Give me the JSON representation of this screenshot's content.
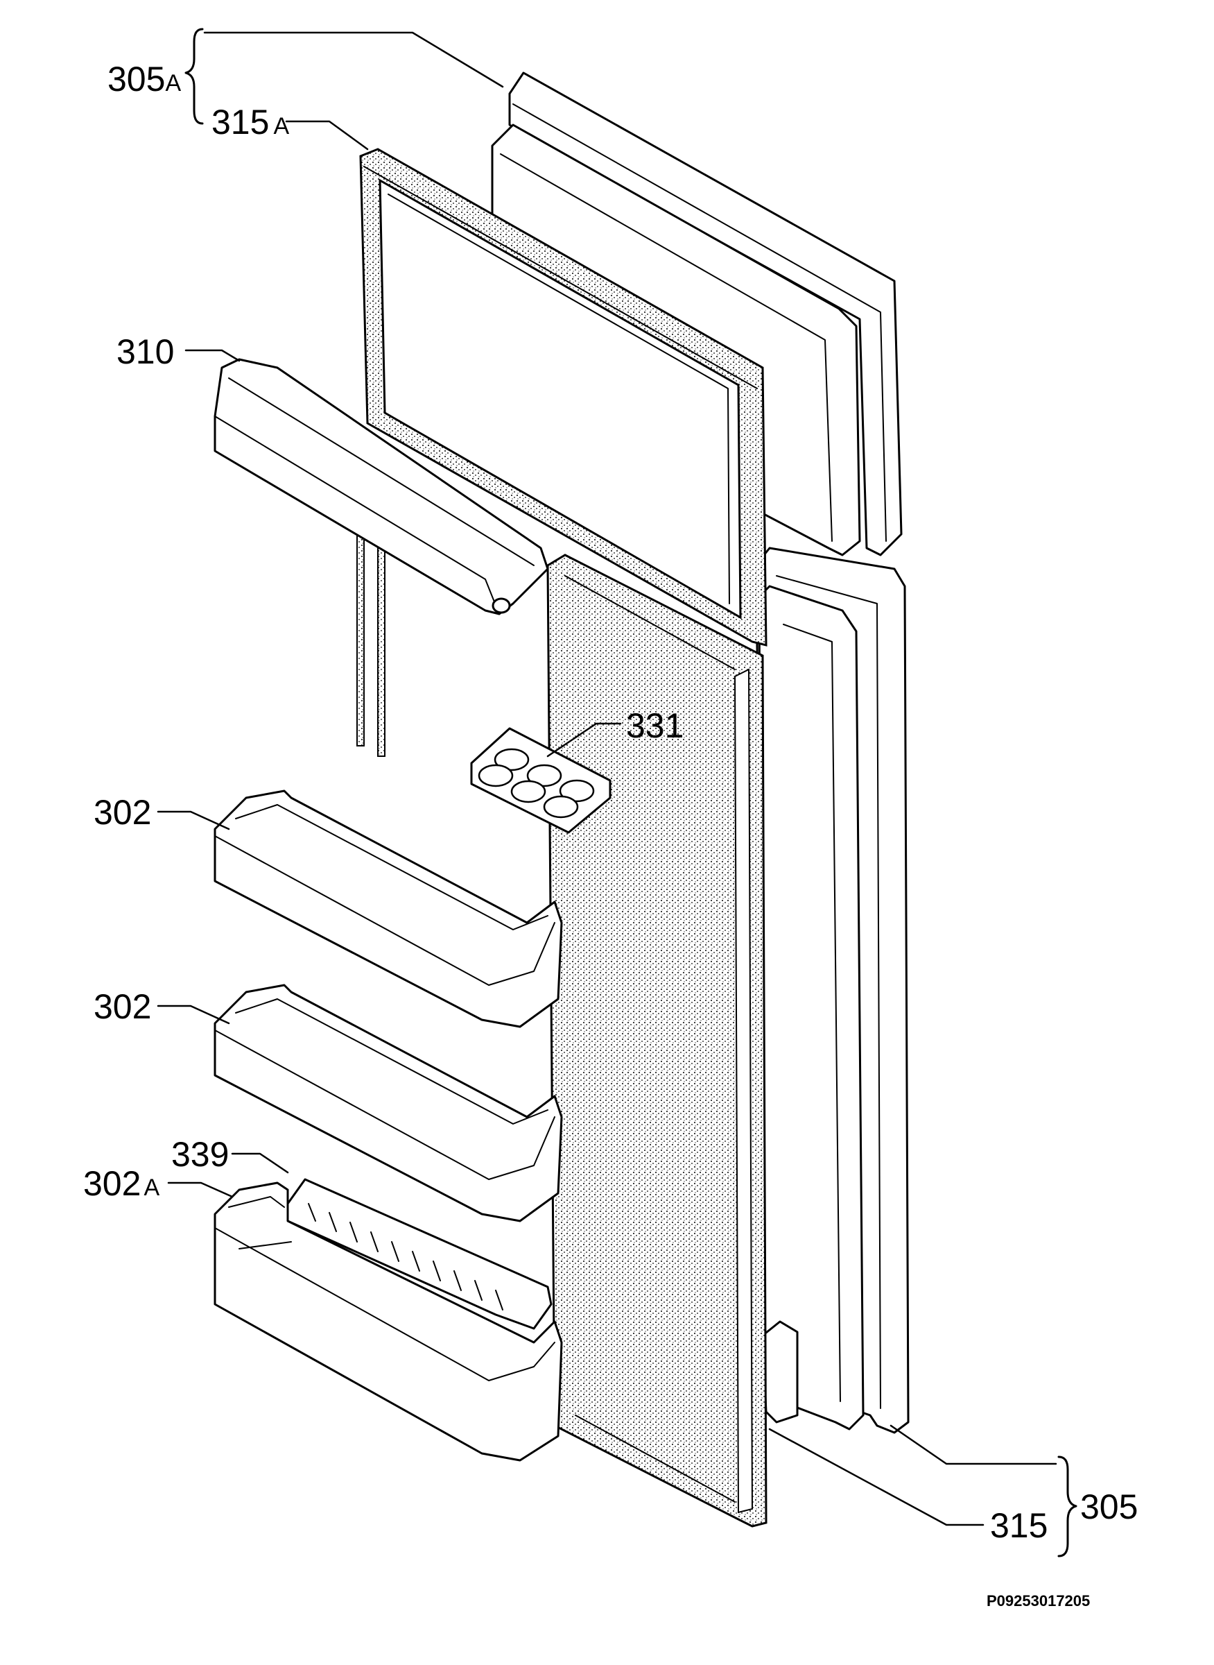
{
  "callouts": {
    "c305a": {
      "number": "305",
      "suffix": "A"
    },
    "c315a": {
      "number": "315",
      "suffix": "A"
    },
    "c310": {
      "number": "310"
    },
    "c331": {
      "number": "331"
    },
    "c302_top": {
      "number": "302"
    },
    "c302_mid": {
      "number": "302"
    },
    "c339": {
      "number": "339"
    },
    "c302a": {
      "number": "302",
      "suffix": "A"
    },
    "c305": {
      "number": "305"
    },
    "c315": {
      "number": "315"
    }
  },
  "reference_code": "P09253017205",
  "colors": {
    "line": "#000000",
    "background": "#ffffff"
  }
}
